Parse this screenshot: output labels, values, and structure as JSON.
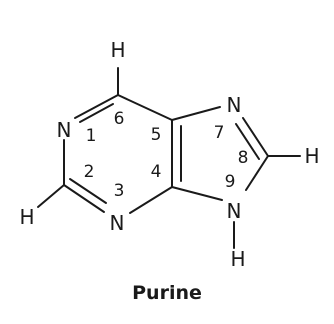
{
  "molecule": {
    "name": "Purine",
    "atom_labels": {
      "h_top": "H",
      "n1": "N",
      "n3": "N",
      "h_left": "H",
      "n7": "N",
      "n9": "N",
      "h_right": "H",
      "h_bottom": "H"
    },
    "position_numbers": {
      "p1": "1",
      "p2": "2",
      "p3": "3",
      "p4": "4",
      "p5": "5",
      "p6": "6",
      "p7": "7",
      "p8": "8",
      "p9": "9"
    }
  }
}
